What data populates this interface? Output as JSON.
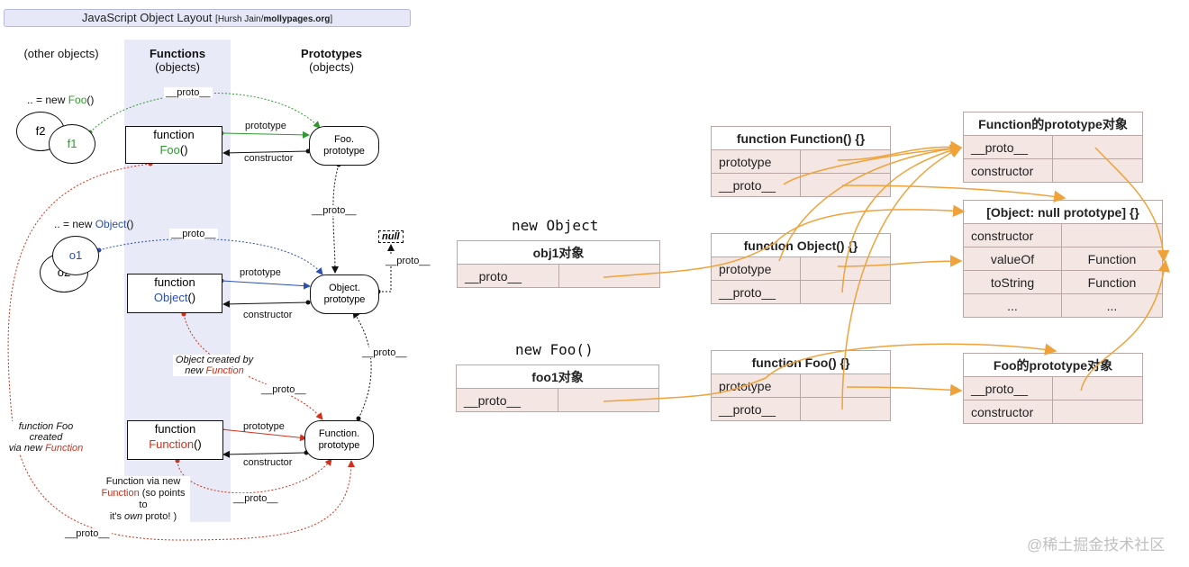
{
  "left": {
    "title": "JavaScript Object Layout",
    "credit_prefix": "[Hursh Jain/",
    "credit_site": "mollypages.org",
    "credit_suffix": "]",
    "col_other": "(other objects)",
    "col_functions": "Functions",
    "col_functions_sub": "(objects)",
    "col_prototypes": "Prototypes",
    "col_prototypes_sub": "(objects)",
    "new_foo_prefix": ".. = new ",
    "new_foo_name": "Foo",
    "new_foo_suffix": "()",
    "new_object_prefix": ".. = new ",
    "new_object_name": "Object",
    "new_object_suffix": "()",
    "f1": "f1",
    "f2": "f2",
    "o1": "o1",
    "o2": "o2",
    "fn_word": "function",
    "fn_foo": "Foo",
    "fn_object": "Object",
    "fn_function": "Function",
    "paren": "()",
    "foo_proto_1": "Foo.",
    "foo_proto_2": "prototype",
    "obj_proto_1": "Object.",
    "obj_proto_2": "prototype",
    "fun_proto_1": "Function.",
    "fun_proto_2": "prototype",
    "null": "null",
    "proto": "__proto__",
    "prototype": "prototype",
    "constructor": "constructor",
    "obj_created_by_1": "Object created by",
    "obj_created_by_2": "new ",
    "obj_created_by_3": "Function",
    "foo_created_1": "function Foo",
    "foo_created_2": "created",
    "foo_created_3": "via new ",
    "foo_created_4": "Function",
    "fn_via_1": "Function via new",
    "fn_via_2": "Function",
    "fn_via_3": " (so points to",
    "fn_via_4": "it's ",
    "fn_via_5": "own",
    "fn_via_6": " proto! )"
  },
  "right": {
    "new_object_code": "new Object",
    "new_foo_code": "new Foo()",
    "obj1": {
      "title": "obj1对象",
      "row": "__proto__"
    },
    "foo1": {
      "title": "foo1对象",
      "row": "__proto__"
    },
    "fn_function": {
      "title": "function Function() {}",
      "rows": [
        "prototype",
        "__proto__"
      ]
    },
    "fn_object": {
      "title": "function Object() {}",
      "rows": [
        "prototype",
        "__proto__"
      ]
    },
    "fn_foo": {
      "title": "function Foo() {}",
      "rows": [
        "prototype",
        "__proto__"
      ]
    },
    "function_proto": {
      "title": "Function的prototype对象",
      "rows": [
        "__proto__",
        "constructor"
      ]
    },
    "null_proto": {
      "title": "[Object: null prototype] {}",
      "rows": [
        [
          "constructor",
          ""
        ],
        [
          "valueOf",
          "Function"
        ],
        [
          "toString",
          "Function"
        ],
        [
          "...",
          "..."
        ]
      ]
    },
    "foo_proto": {
      "title": "Foo的prototype对象",
      "rows": [
        "__proto__",
        "constructor"
      ]
    }
  },
  "watermark": "@稀土掘金技术社区",
  "colors": {
    "green": "#2f9a2f",
    "blue": "#2a4fb0",
    "red": "#d0301a",
    "orange": "#f0a23a",
    "cell_fill": "#f3e6e3",
    "cell_border": "#b8a7a4",
    "band": "#e8eaf7"
  }
}
